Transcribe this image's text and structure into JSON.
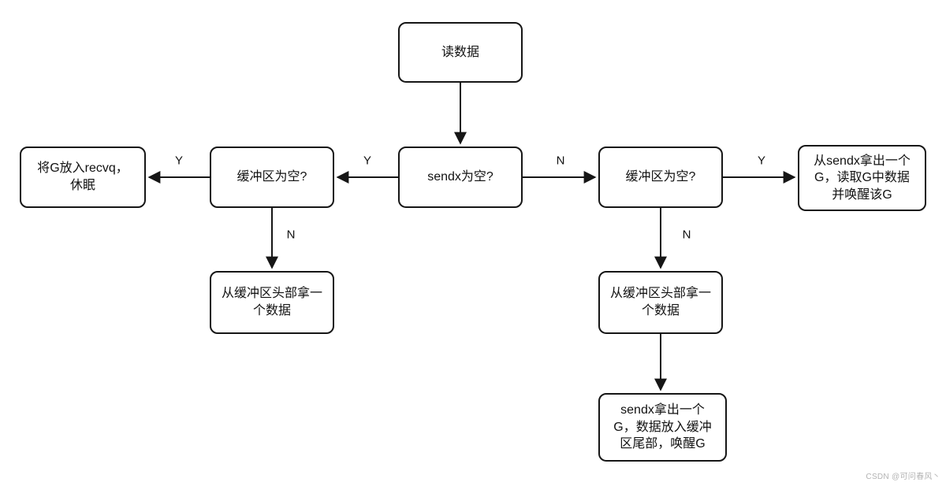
{
  "nodes": {
    "read_data": "读数据",
    "sendx_empty": "sendx为空?",
    "buffer_empty_left": "缓冲区为空?",
    "put_g_in_recvq": "将G放入recvq，\n休眠",
    "take_data_from_buffer_left": "从缓冲区头部拿一\n个数据",
    "buffer_empty_right": "缓冲区为空?",
    "take_g_from_sendx": "从sendx拿出一个\nG，读取G中数据\n并唤醒该G",
    "take_data_from_buffer_right": "从缓冲区头部拿一\n个数据",
    "sendx_take_g_wake": "sendx拿出一个\nG，数据放入缓冲\n区尾部，唤醒G"
  },
  "edge_labels": {
    "sendx_yes": "Y",
    "left_buffer_yes": "Y",
    "left_buffer_no": "N",
    "sendx_no": "N",
    "right_buffer_yes": "Y",
    "right_buffer_no": "N"
  },
  "watermark": "CSDN @可问春风丶"
}
